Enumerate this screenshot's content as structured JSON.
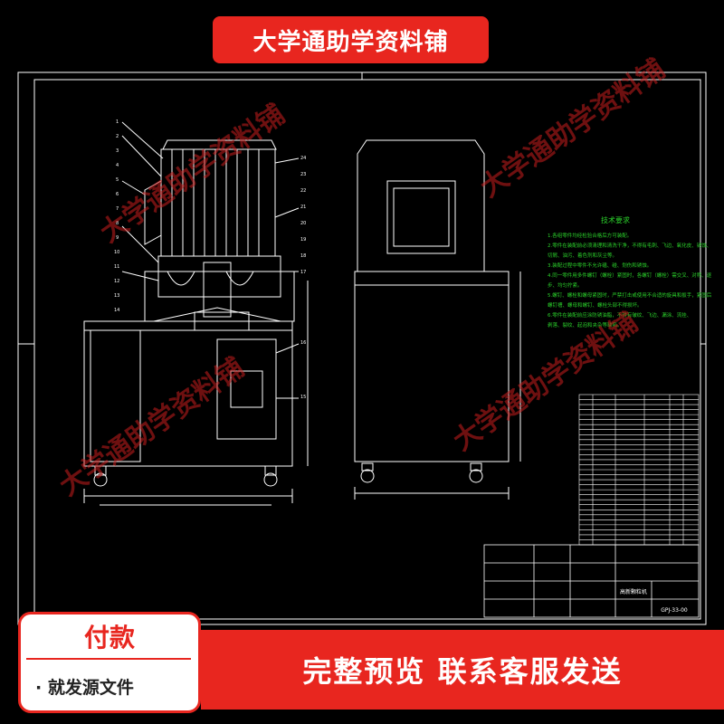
{
  "banner": {
    "title": "大学通助学资料铺"
  },
  "watermark": {
    "text": "大学通助学资料铺"
  },
  "pay_box": {
    "title": "付款",
    "subtitle": "· 就发源文件"
  },
  "bottom_bar": {
    "text": "完整预览  联系客服发送"
  },
  "drawing": {
    "tech_title": "技术要求",
    "tech_lines": [
      "1.各组零件均经检验合格后方可装配。",
      "2.零件在装配前必须清理和清洗干净，不得有毛刺、飞边、氧化皮、锈蚀、",
      "  切屑、油污、着色剂和灰尘等。",
      "3.装配过程中零件不允许磕、碰、划伤和锈蚀。",
      "4.同一零件用多件螺钉（螺栓）紧固时，各螺钉（螺栓）需交叉、对称、逐",
      "  步、均匀拧紧。",
      "5.螺钉、螺栓和螺母紧固时，严禁打击或使用不合适的旋具和扳手，紧固后",
      "  螺钉槽、螺母和螺钉、螺栓头部不得损坏。",
      "6.零件在装配前应涂防锈油脂，不得有皱纹、飞边、漏涂、流挂、",
      "  剥落、裂纹、起泡和夹杂等缺陷。"
    ],
    "title_block": {
      "drawing_no": "GPJ-33-00",
      "name": "高新颗粒机"
    }
  },
  "colors": {
    "accent": "#e8261f",
    "line": "#ffffff",
    "text_green": "#2bd12b"
  }
}
